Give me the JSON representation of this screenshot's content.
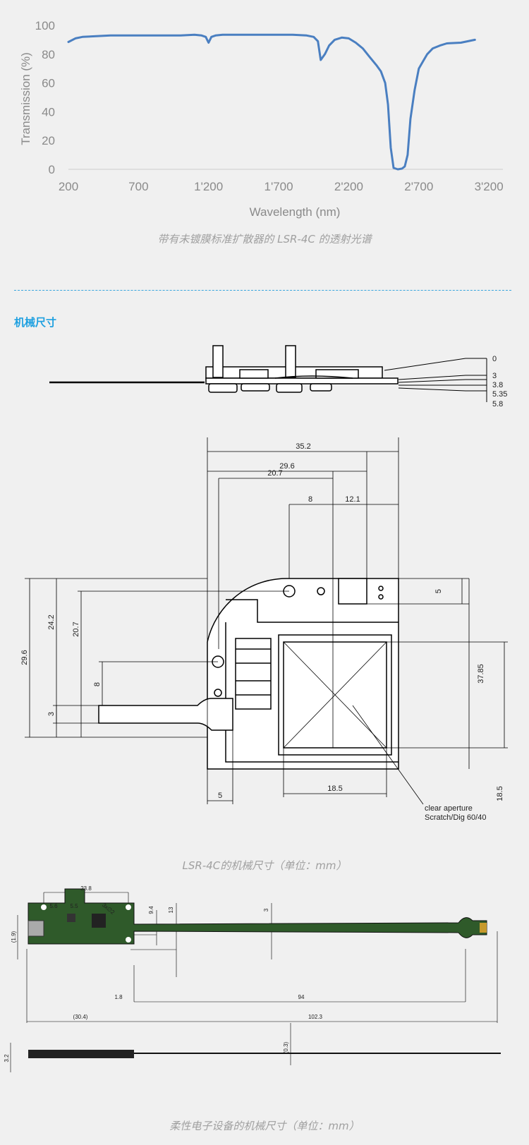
{
  "chart_data": {
    "type": "line",
    "xlabel": "Wavelength (nm)",
    "ylabel": "Transmission (%)",
    "xlim": [
      200,
      3300
    ],
    "ylim": [
      0,
      100
    ],
    "xticks": [
      "200",
      "700",
      "1'200",
      "1'700",
      "2'200",
      "2'700",
      "3'200"
    ],
    "xtick_values": [
      200,
      700,
      1200,
      1700,
      2200,
      2700,
      3200
    ],
    "yticks": [
      "100",
      "80",
      "60",
      "40",
      "20",
      "0"
    ],
    "ytick_values": [
      100,
      80,
      60,
      40,
      20,
      0
    ],
    "grid": false,
    "color": "#4a7fc1",
    "series": [
      {
        "x": [
          200,
          250,
          300,
          400,
          500,
          600,
          700,
          800,
          900,
          1000,
          1100,
          1150,
          1180,
          1200,
          1220,
          1250,
          1300,
          1400,
          1500,
          1600,
          1700,
          1800,
          1900,
          1950,
          1980,
          2000,
          2030,
          2060,
          2100,
          2150,
          2200,
          2250,
          2300,
          2350,
          2400,
          2430,
          2460,
          2480,
          2500,
          2520,
          2550,
          2580,
          2600,
          2620,
          2640,
          2670,
          2700,
          2730,
          2760,
          2800,
          2850,
          2900,
          3000,
          3100
        ],
        "y": [
          88.5,
          91,
          92,
          92.5,
          93,
          93,
          93,
          93,
          93,
          93,
          93.5,
          93,
          92,
          88,
          92,
          93,
          93.5,
          93.5,
          93.5,
          93.5,
          93.5,
          93.5,
          93,
          92,
          89,
          76,
          80,
          86,
          90,
          91.5,
          91,
          88,
          84,
          78,
          72,
          68,
          60,
          45,
          15,
          1,
          0,
          0.5,
          2,
          10,
          35,
          55,
          70,
          75,
          80,
          84,
          86,
          87.5,
          88,
          90
        ]
      }
    ]
  },
  "caption1": "带有未镀膜标准扩散器的 LSR-4C 的透射光谱",
  "section_title": "机械尺寸",
  "side_view": {
    "labels": [
      "0",
      "3",
      "3.8",
      "5.35",
      "5.8"
    ]
  },
  "top_view": {
    "dim_35_2": "35.2",
    "dim_29_6_top": "29.6",
    "dim_20_7_top": "20.7",
    "dim_8_top": "8",
    "dim_12_1": "12.1",
    "dim_5_right": "5",
    "dim_37_85": "37.85",
    "dim_18_5_right": "18.5",
    "dim_18_5_bottom": "18.5",
    "dim_5_bottom": "5",
    "dim_29_6_left": "29.6",
    "dim_24_2": "24.2",
    "dim_20_7_left": "20.7",
    "dim_8_left": "8",
    "dim_3_left": "3",
    "note_line1": "clear aperture",
    "note_line2": "Scratch/Dig 60/40"
  },
  "caption2": "LSR-4C的机械尺寸（单位：mm）",
  "pcb_view": {
    "dim_23_8": "23.8",
    "dim_5_6": "5.6",
    "dim_5_5": "5.5",
    "dim_3x02": "3x∅2",
    "dim_9_4": "9.4",
    "dim_13": "13",
    "dim_3": "3",
    "dim_1_9": "(1.9)",
    "dim_1_8": "1.8",
    "dim_94": "94",
    "dim_30_4": "(30.4)",
    "dim_102_3": "102.3",
    "dim_0_3": "(0.3)",
    "dim_3_2": "3.2"
  },
  "caption3": "柔性电子设备的机械尺寸（单位：mm）"
}
